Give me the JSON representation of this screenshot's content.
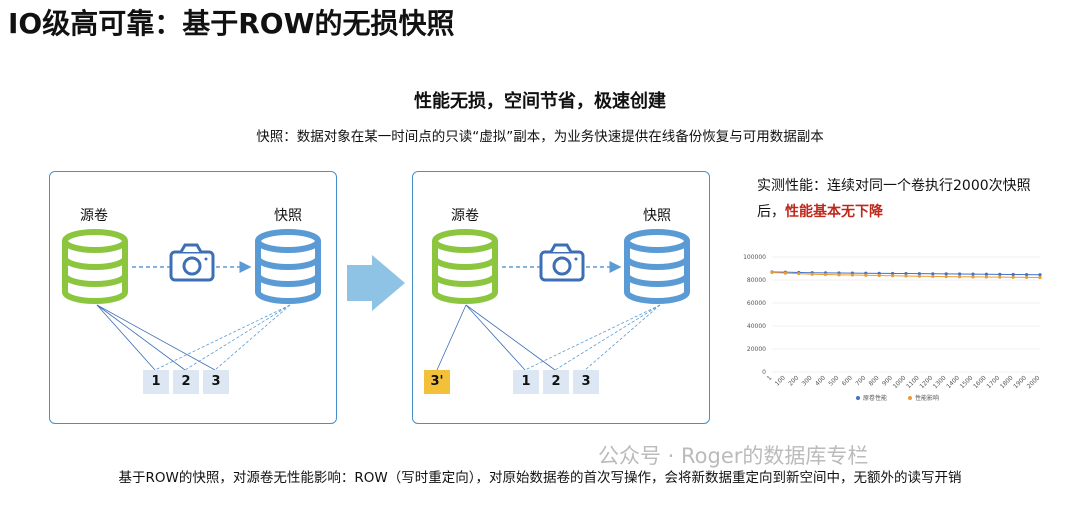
{
  "header": {
    "title": "IO级高可靠：基于ROW的无损快照",
    "subtitle": "性能无损，空间节省，极速创建",
    "description": "快照：数据对象在某一时间点的只读“虚拟”副本，为业务快速提供在线备份恢复与可用数据副本"
  },
  "diagram": {
    "before": {
      "source_label": "源卷",
      "snapshot_label": "快照",
      "blocks": [
        "1",
        "2",
        "3"
      ]
    },
    "after": {
      "source_label": "源卷",
      "snapshot_label": "快照",
      "new_block": "3'",
      "blocks": [
        "1",
        "2",
        "3"
      ]
    },
    "colors": {
      "source": "#8cc63f",
      "snapshot": "#5b9bd5",
      "camera": "#3d6fb5",
      "arrow": "#8fc3e6",
      "new_block": "#f3c03a"
    }
  },
  "performance": {
    "text_line1": "实测性能：连续对同一个卷执行2000次快照",
    "text_line2_prefix": "后，",
    "text_highlight": "性能基本无下降"
  },
  "chart_data": {
    "type": "line",
    "x": [
      1,
      100,
      200,
      300,
      400,
      500,
      600,
      700,
      800,
      900,
      1000,
      1100,
      1200,
      1300,
      1400,
      1500,
      1600,
      1700,
      1800,
      1900,
      2000
    ],
    "ylim": [
      0,
      100000
    ],
    "yticks": [
      0,
      20000,
      40000,
      60000,
      80000,
      100000
    ],
    "series": [
      {
        "name": "原卷性能",
        "color": "#4472c4",
        "values": [
          87000,
          86800,
          86500,
          86300,
          86200,
          86100,
          86000,
          85900,
          85800,
          85700,
          85600,
          85500,
          85400,
          85300,
          85200,
          85100,
          85000,
          84900,
          84800,
          84700,
          84600
        ]
      },
      {
        "name": "性能影响",
        "color": "#ed9b33",
        "values": [
          86500,
          86000,
          85500,
          85000,
          84800,
          84500,
          84300,
          84100,
          83900,
          83700,
          83500,
          83300,
          83100,
          82900,
          82800,
          82700,
          82600,
          82500,
          82400,
          82300,
          82200
        ]
      }
    ],
    "legend_position": "bottom"
  },
  "footer": {
    "text": "基于ROW的快照，对源卷无性能影响：ROW（写时重定向），对原始数据卷的首次写操作，会将新数据重定向到新空间中，无额外的读写开销",
    "watermark": "公众号 · Roger的数据库专栏"
  }
}
